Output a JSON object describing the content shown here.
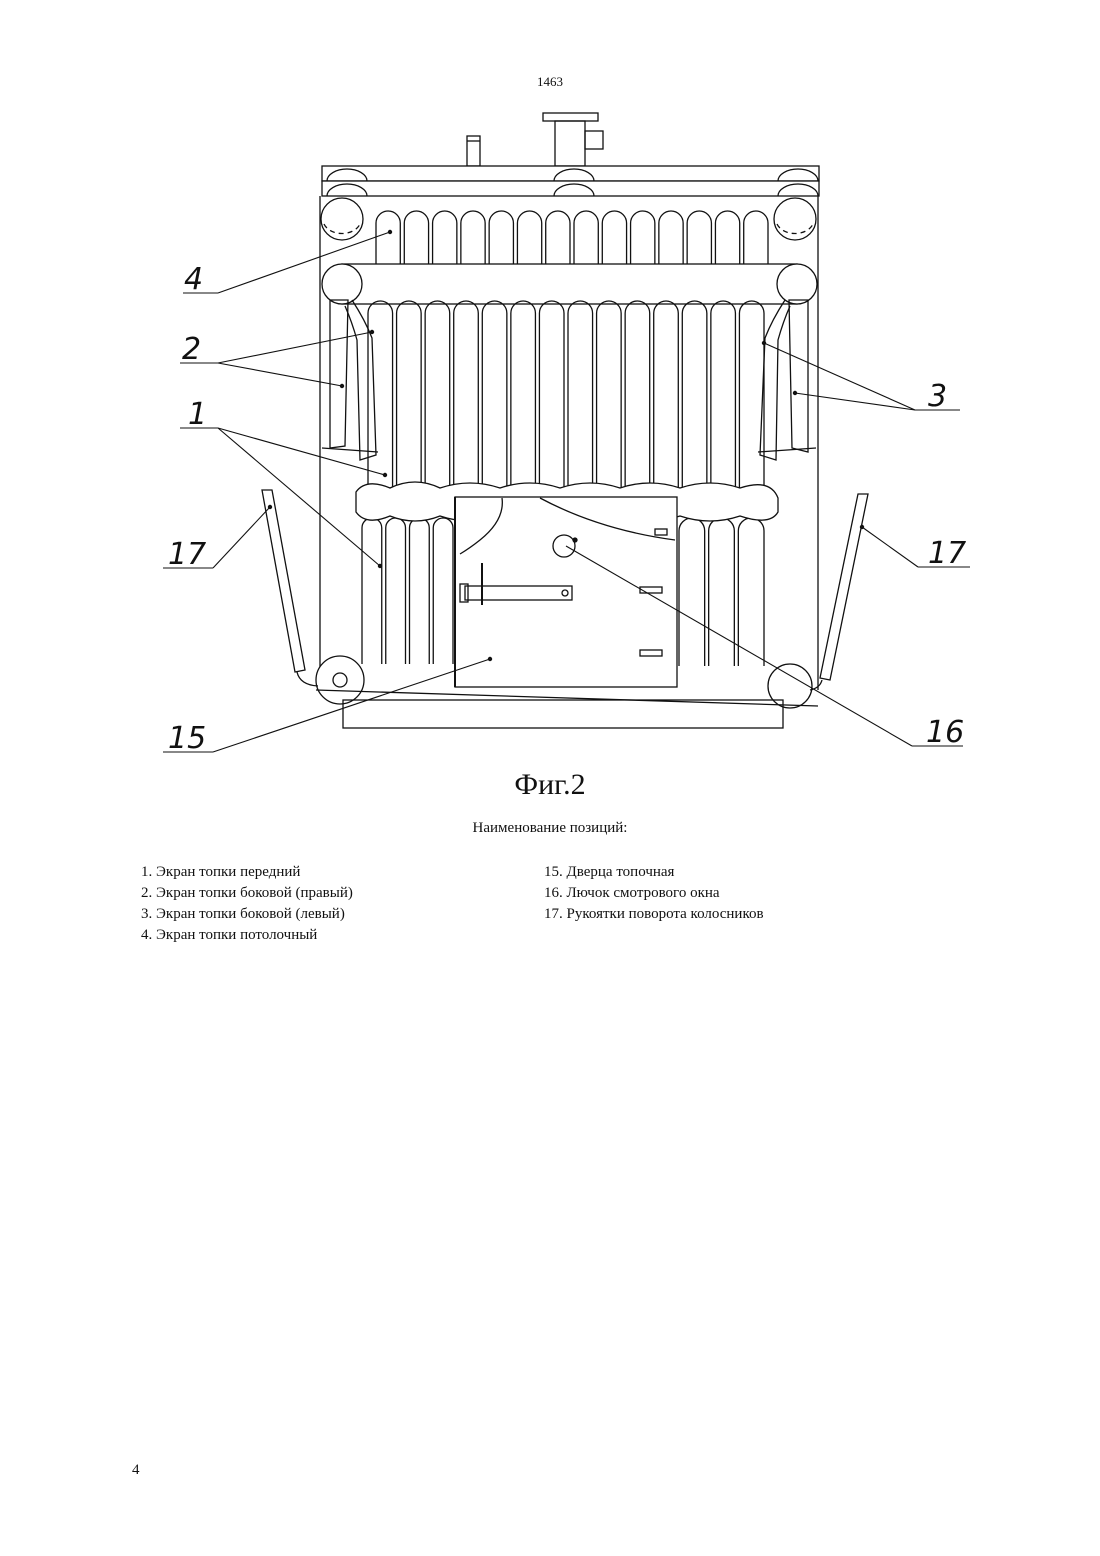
{
  "header": {
    "doc_number": "1463"
  },
  "figure": {
    "caption": "Фиг.2",
    "callouts": [
      {
        "id": "4",
        "label": "4"
      },
      {
        "id": "2",
        "label": "2"
      },
      {
        "id": "1",
        "label": "1"
      },
      {
        "id": "3",
        "label": "3"
      },
      {
        "id": "17L",
        "label": "17"
      },
      {
        "id": "17R",
        "label": "17"
      },
      {
        "id": "15",
        "label": "15"
      },
      {
        "id": "16",
        "label": "16"
      }
    ]
  },
  "legend": {
    "heading": "Наименование позиций:",
    "left": [
      "1. Экран топки передний",
      "2. Экран топки боковой (правый)",
      "3. Экран топки боковой (левый)",
      "4. Экран топки потолочный"
    ],
    "right": [
      "15. Дверца топочная",
      "16. Лючок смотрового окна",
      "17. Рукоятки поворота колосников"
    ]
  },
  "footer": {
    "page_number": "4"
  }
}
